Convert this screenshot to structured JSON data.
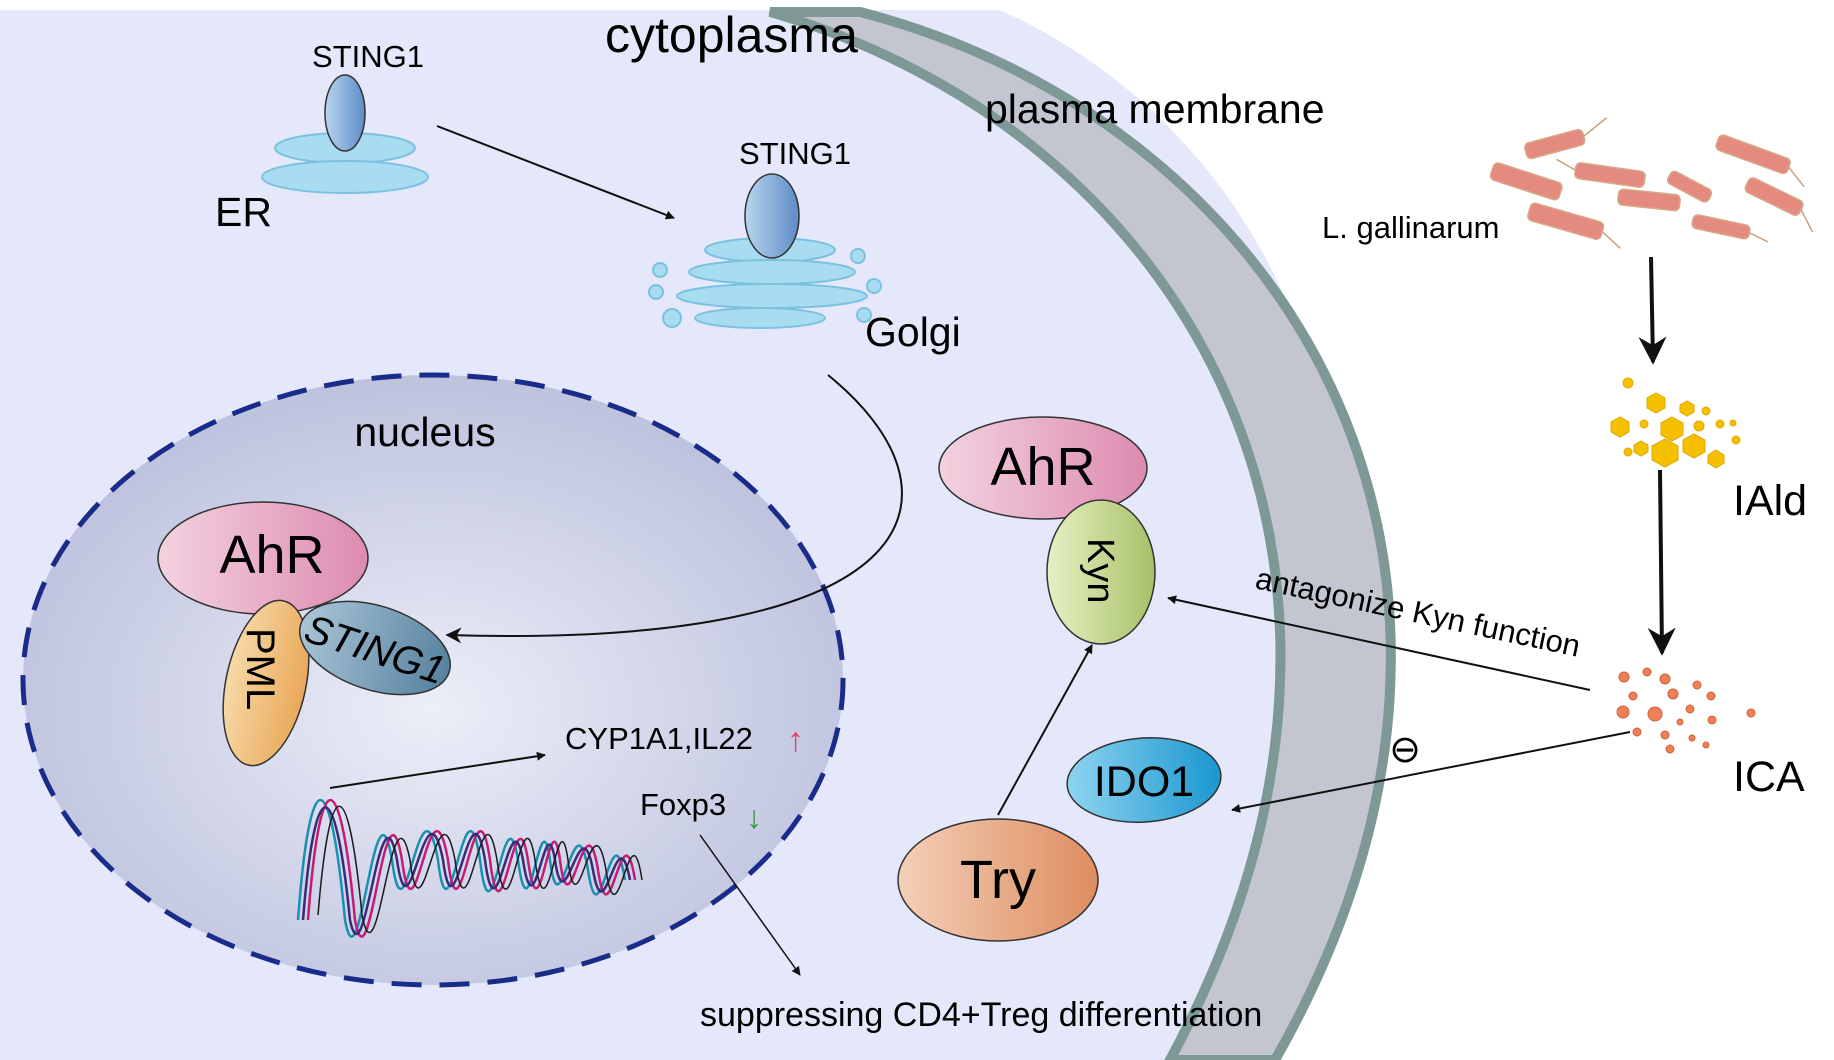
{
  "labels": {
    "cytoplasma": "cytoplasma",
    "plasma_membrane": "plasma membrane",
    "er": "ER",
    "golgi": "Golgi",
    "sting1_er": "STING1",
    "sting1_golgi": "STING1",
    "nucleus": "nucleus",
    "ahr_nucleus": "AhR",
    "pml": "PML",
    "sting1_complex": "STING1",
    "cyp_il22": "CYP1A1,IL22",
    "foxp3": "Foxp3",
    "suppressing": "suppressing CD4+Treg differentiation",
    "ahr_cytoplasm": "AhR",
    "kyn": "Kyn",
    "ido1": "IDO1",
    "try": "Try",
    "antagonize": "antagonize Kyn function",
    "inhibit_symbol": "⊖",
    "l_gallinarum": "L. gallinarum",
    "iald": "IAld",
    "ica": "ICA",
    "up_arrow": "↑",
    "down_arrow": "↓"
  },
  "colors": {
    "background": "#ffffff",
    "cytoplasm": "#e5e8fa",
    "membrane_fill": "#c3c6d1",
    "membrane_edge": "#7e9896",
    "nucleus_edge": "#1a2c8a",
    "organelle": "#a8dcf0",
    "sting": "#7fa9d8",
    "ahr": "#e49ab8",
    "pml": "#efbd73",
    "sting_complex": "#6f93ad",
    "kyn": "#bdd17c",
    "ido1": "#33a7d8",
    "try": "#e49a6d",
    "bacteria": "#e58a7e",
    "iald": "#f5c000",
    "ica": "#ee8055",
    "up_arrow": "#e8416b",
    "down_arrow": "#2e9a3a"
  }
}
